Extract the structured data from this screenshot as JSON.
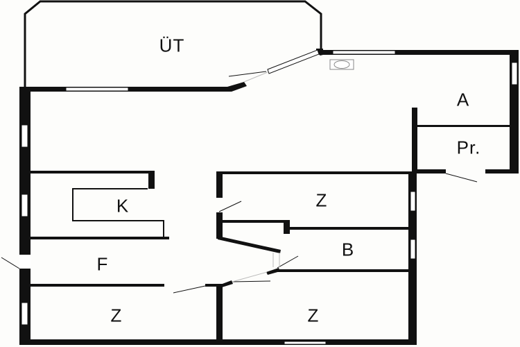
{
  "floor_plan": {
    "rooms": [
      {
        "id": "terrace",
        "label": "ÜT"
      },
      {
        "id": "a",
        "label": "A"
      },
      {
        "id": "pr",
        "label": "Pr."
      },
      {
        "id": "k",
        "label": "K"
      },
      {
        "id": "z1",
        "label": "Z"
      },
      {
        "id": "b",
        "label": "B"
      },
      {
        "id": "f",
        "label": "F"
      },
      {
        "id": "z2",
        "label": "Z"
      },
      {
        "id": "z3",
        "label": "Z"
      }
    ],
    "colors": {
      "wall": "#111111",
      "background": "#fdfdfb",
      "window": "#ffffff"
    }
  }
}
